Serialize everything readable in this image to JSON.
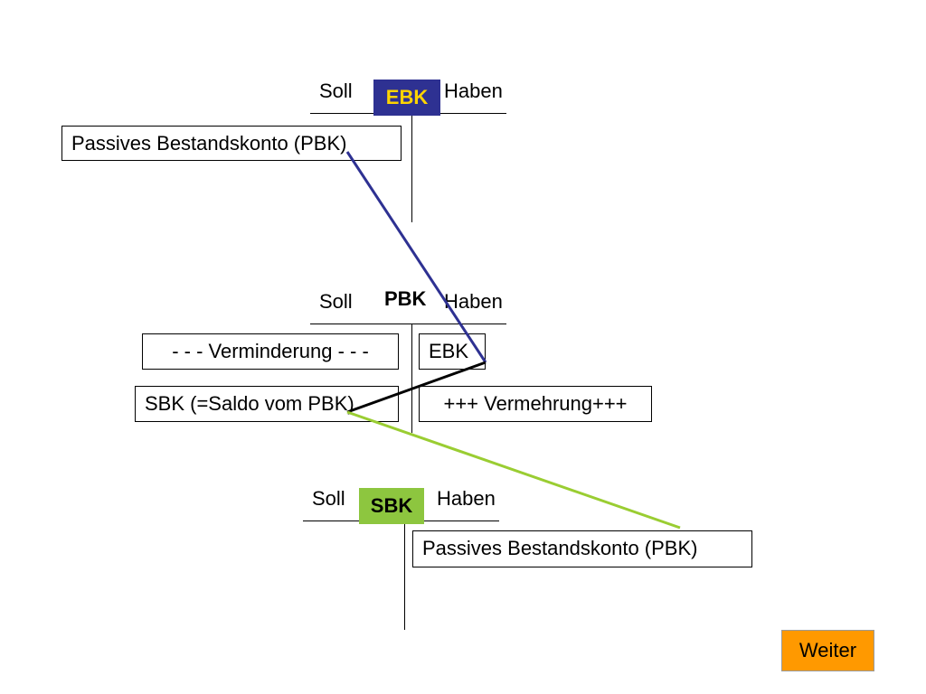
{
  "accounts": {
    "ebk": {
      "soll": "Soll",
      "haben": "Haben",
      "tag": "EBK",
      "tag_color": "#2E3192",
      "tag_text_color": "#FFD400",
      "entry": "Passives Bestandskonto (PBK)"
    },
    "pbk": {
      "soll": "Soll",
      "haben": "Haben",
      "title": "PBK",
      "debit_entries": [
        "- - - Verminderung - - -",
        "SBK (=Saldo vom PBK)"
      ],
      "credit_entries": [
        "EBK",
        "+++ Vermehrung+++"
      ]
    },
    "sbk": {
      "soll": "Soll",
      "haben": "Haben",
      "tag": "SBK",
      "tag_color": "#8DC63F",
      "tag_text_color": "#000000",
      "entry": "Passives Bestandskonto (PBK)"
    }
  },
  "connector_colors": {
    "ebk_to_pbk": "#2E3192",
    "saldo": "#000000",
    "sbk_to_pbk": "#9ACD32"
  },
  "navigation": {
    "next_label": "Weiter",
    "next_color": "#FF9900"
  }
}
